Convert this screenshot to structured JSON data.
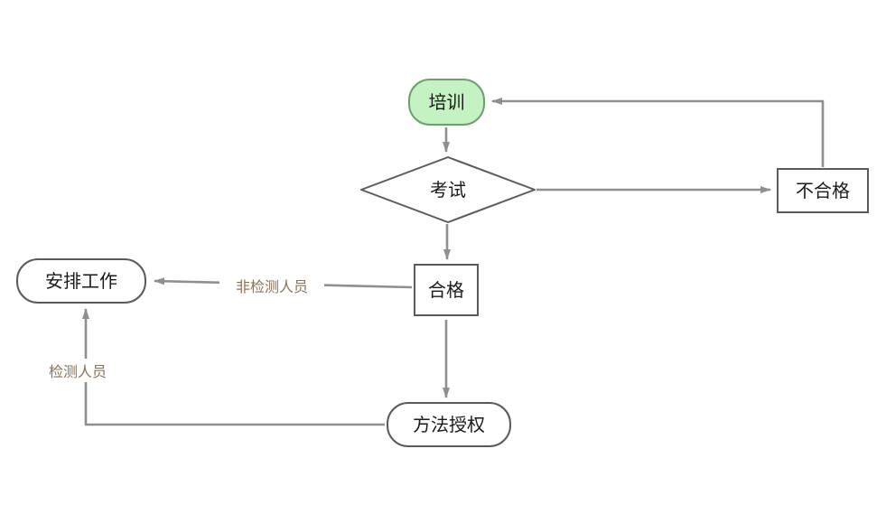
{
  "diagram": {
    "type": "flowchart",
    "nodes": {
      "training": {
        "label": "培训",
        "shape": "rounded-rect",
        "fill": "#c5f2c3"
      },
      "exam": {
        "label": "考试",
        "shape": "diamond",
        "fill": "#ffffff"
      },
      "fail": {
        "label": "不合格",
        "shape": "rect",
        "fill": "#ffffff"
      },
      "pass": {
        "label": "合格",
        "shape": "rect",
        "fill": "#ffffff"
      },
      "assign_work": {
        "label": "安排工作",
        "shape": "rounded-rect",
        "fill": "#ffffff"
      },
      "method_auth": {
        "label": "方法授权",
        "shape": "rounded-rect",
        "fill": "#ffffff"
      }
    },
    "edges": [
      {
        "from": "training",
        "to": "exam",
        "label": ""
      },
      {
        "from": "exam",
        "to": "fail",
        "label": ""
      },
      {
        "from": "fail",
        "to": "training",
        "label": ""
      },
      {
        "from": "exam",
        "to": "pass",
        "label": ""
      },
      {
        "from": "pass",
        "to": "assign_work",
        "label": "非检测人员"
      },
      {
        "from": "pass",
        "to": "method_auth",
        "label": ""
      },
      {
        "from": "method_auth",
        "to": "assign_work",
        "label": "检测人员"
      }
    ],
    "colors": {
      "background": "#ffffff",
      "node_border": "#5b5b5b",
      "arrow": "#8f8f8f",
      "edge_label_text": "#8a7357",
      "training_fill": "#c5f2c3"
    }
  }
}
